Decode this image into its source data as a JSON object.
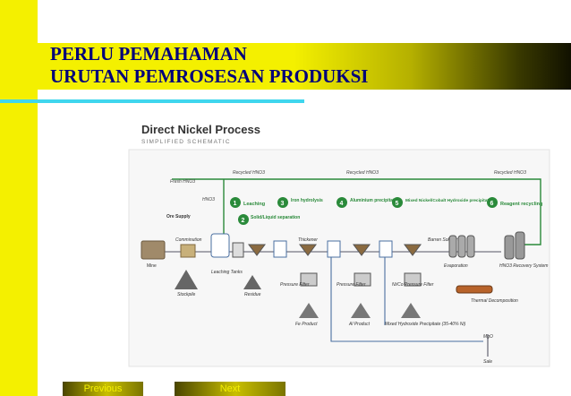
{
  "slide": {
    "title_line1": "PERLU PEMAHAMAN",
    "title_line2": "URUTAN PEMROSESAN PRODUKSI"
  },
  "figure": {
    "title": "Direct Nickel Process",
    "subtitle": "SIMPLIFIED SCHEMATIC",
    "recycled_labels": [
      "Recycled HNO3",
      "Recycled HNO3",
      "Recycled HNO3"
    ],
    "fresh": "Fresh HNO3",
    "hno3": "HNO3",
    "ore_supply": "Ore Supply",
    "steps": [
      {
        "num": "1",
        "label": "Leaching"
      },
      {
        "num": "2",
        "label": "Solid/Liquid separation"
      },
      {
        "num": "3",
        "label": "Iron hydrolysis"
      },
      {
        "num": "4",
        "label": "Aluminium precipitation"
      },
      {
        "num": "5",
        "label": "Mixed Nickel/Cobalt Hydroxide precipitation"
      },
      {
        "num": "6",
        "label": "Reagent recycling"
      }
    ],
    "labels": {
      "comminution": "Comminution",
      "mine": "Mine",
      "stockpile": "Stockpile",
      "leaching_tanks": "Leaching Tanks",
      "residue": "Residue",
      "thickener": "Thickener",
      "pressure_filter": "Pressure Filter",
      "fe_product": "Fe Product",
      "al_product": "Al Product",
      "nico_filter": "Ni/Co Pressure Filter",
      "mhp": "Mixed Hydroxide Precipitate (35-40% Ni)",
      "barren": "Barren Solution",
      "evaporation": "Evaporation",
      "recovery": "HNO3 Recovery System",
      "thermal": "Thermal Decomposition",
      "mgo": "MgO",
      "sale": "Sale"
    }
  },
  "nav": {
    "previous": "Previous",
    "next": "Next"
  },
  "colors": {
    "accent_yellow": "#f4f000",
    "title_blue": "#00007a",
    "cyan": "#3fd6ee",
    "step_green": "#2a8a3a"
  }
}
